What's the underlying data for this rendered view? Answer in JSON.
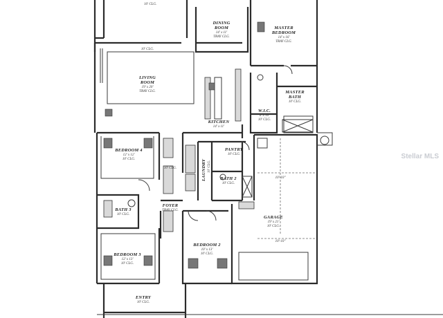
{
  "rooms": [
    {
      "id": "top-left",
      "name": "",
      "dims": "",
      "ceil": "10' CLG."
    },
    {
      "id": "dining",
      "name": "DINING",
      "line2": "ROOM",
      "dims": "14' x 11'",
      "ceil": "TRAY CLG."
    },
    {
      "id": "master-bedroom",
      "name": "MASTER",
      "line2": "BEDROOM",
      "dims": "14' x 16'",
      "ceil": "TRAY CLG."
    },
    {
      "id": "living",
      "name": "LIVING",
      "line2": "ROOM",
      "dims": "19' x 20'",
      "ceil": "TRAY CLG."
    },
    {
      "id": "master-bath",
      "name": "MASTER",
      "line2": "BATH",
      "dims": "",
      "ceil": "10' CLG."
    },
    {
      "id": "wic",
      "name": "W.I.C.",
      "dims": "6' x 10'",
      "ceil": "10' CLG."
    },
    {
      "id": "kitchen",
      "name": "KITCHEN",
      "dims": "14' x 11'",
      "ceil": ""
    },
    {
      "id": "bedroom4",
      "name": "BEDROOM 4",
      "dims": "12' x 12'",
      "ceil": "10' CLG."
    },
    {
      "id": "pantry",
      "name": "PANTRY",
      "dims": "10' CLG.",
      "ceil": ""
    },
    {
      "id": "laundry",
      "name": "LAUNDRY",
      "dims": "10' CLG.",
      "ceil": ""
    },
    {
      "id": "bath2",
      "name": "BATH 2",
      "dims": "10' CLG.",
      "ceil": ""
    },
    {
      "id": "bath3",
      "name": "BATH 3",
      "dims": "10' CLG.",
      "ceil": ""
    },
    {
      "id": "foyer",
      "name": "FOYER",
      "dims": "TRAY CLG.",
      "ceil": ""
    },
    {
      "id": "garage",
      "name": "GARAGE",
      "dims": "19' x 21'",
      "ceil": "10' CLG."
    },
    {
      "id": "bedroom3",
      "name": "BEDROOM 3",
      "dims": "12' x 13'",
      "ceil": "10' CLG."
    },
    {
      "id": "bedroom2",
      "name": "BEDROOM 2",
      "dims": "10' x 13'",
      "ceil": "10' CLG."
    },
    {
      "id": "entry",
      "name": "ENTRY",
      "dims": "10' CLG.",
      "ceil": ""
    }
  ],
  "notes": {
    "hall_clg": "10' CLG.",
    "living_top_clg": "10' CLG.",
    "garage_dim_top": "10'-10\"",
    "garage_dim_bottom": "10'-10\""
  },
  "watermark": "Stellar MLS"
}
